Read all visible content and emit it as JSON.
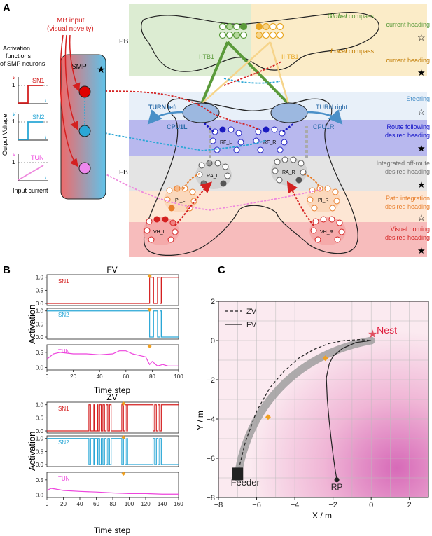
{
  "panel_a": {
    "letter": "A",
    "mb_input": "MB input",
    "mb_input_sub": "(visual novelty)",
    "act_title_1": "Activation",
    "act_title_2": "functions",
    "act_title_3": "of SMP neurons",
    "output_voltage": "Output Voltage",
    "input_current": "Input current",
    "v_label": "v",
    "i_label": "i",
    "one_label": "1",
    "sn1": "SN1",
    "sn2": "SN2",
    "tun": "TUN",
    "smp": "SMP",
    "pb": "PB",
    "fb": "FB",
    "itb1": "I-TB1",
    "iitb1": "II-TB1",
    "turn_left": "TURN left",
    "turn_right": "TURN right",
    "cpu1l": "CPU1L",
    "cpu1r": "CPU1R",
    "rf_l": "RF_L",
    "rf_r": "RF_R",
    "ra_l": "RA_L",
    "ra_r": "RA_R",
    "pi_l": "PI_L",
    "pi_r": "PI_R",
    "vh_l": "VH_L",
    "vh_r": "VH_R",
    "global_1": "Global",
    "global_2": " compass",
    "global_3": "current heading",
    "local_1": "Local",
    "local_2": " compass",
    "local_3": "current heading",
    "steering": "Steering",
    "route_1": "Route following",
    "route_2": "desired heading",
    "offroute_1": "Integrated off-route",
    "offroute_2": "desired heading",
    "pathint_1": "Path integration",
    "pathint_2": "desired heading",
    "visual_1": "Visual homing",
    "visual_2": "desired heading",
    "colors": {
      "green": "#5a9a3a",
      "yellow": "#e9a826",
      "blue": "#1f77b4",
      "steer": "#4a90c8",
      "route": "#1010c8",
      "grey": "#707070",
      "orange": "#e87d2a",
      "red": "#d42020",
      "tun": "#ee44dd"
    }
  },
  "panel_b": {
    "letter": "B",
    "activation": "Activation",
    "fv": {
      "title": "FV",
      "xlabel": "Time step",
      "xticks": [
        "0",
        "20",
        "40",
        "60",
        "80",
        "100"
      ],
      "labels": [
        "SN1",
        "SN2",
        "TUN"
      ],
      "yticks_12": [
        "0.0",
        "0.5",
        "1.0"
      ],
      "yticks_3": [
        "0.0",
        "0.5"
      ]
    },
    "zv": {
      "title": "ZV",
      "xlabel": "Time step",
      "xticks": [
        "0",
        "20",
        "40",
        "60",
        "80",
        "100",
        "120",
        "140",
        "160"
      ],
      "labels": [
        "SN1",
        "SN2",
        "TUN"
      ],
      "yticks_12": [
        "0.0",
        "0.5",
        "1.0"
      ],
      "yticks_3": [
        "0.0",
        "0.5"
      ]
    }
  },
  "panel_c": {
    "letter": "C",
    "xlabel": "X / m",
    "ylabel": "Y / m",
    "xticks": [
      "−8",
      "−6",
      "−4",
      "−2",
      "0",
      "2"
    ],
    "yticks": [
      "2",
      "0",
      "−2",
      "−4",
      "−6",
      "−8"
    ],
    "legend_zv": "ZV",
    "legend_fv": "FV",
    "nest": "Nest",
    "feeder": "Feeder",
    "rp": "RP"
  },
  "chart_data": [
    {
      "type": "line",
      "title": "FV",
      "xlabel": "Time step",
      "ylabel": "Activation",
      "xlim": [
        0,
        100
      ],
      "series": [
        {
          "name": "SN1",
          "x": [
            0,
            77,
            78,
            80,
            81,
            83,
            84,
            85,
            86,
            87,
            100
          ],
          "y": [
            0,
            0,
            1,
            1,
            0,
            0,
            1,
            1,
            0,
            1,
            1
          ]
        },
        {
          "name": "SN2",
          "x": [
            0,
            77,
            78,
            80,
            81,
            83,
            84,
            85,
            86,
            87,
            100
          ],
          "y": [
            1,
            1,
            0,
            0,
            1,
            1,
            0,
            0,
            1,
            0,
            0
          ]
        },
        {
          "name": "TUN",
          "x": [
            0,
            5,
            10,
            20,
            30,
            40,
            50,
            55,
            60,
            65,
            70,
            75,
            78,
            80,
            84,
            88,
            92,
            100
          ],
          "y": [
            0.28,
            0.45,
            0.5,
            0.45,
            0.45,
            0.42,
            0.45,
            0.55,
            0.55,
            0.45,
            0.4,
            0.35,
            0.1,
            0.2,
            0.05,
            0.1,
            0.05,
            0.05
          ]
        }
      ]
    },
    {
      "type": "line",
      "title": "ZV",
      "xlabel": "Time step",
      "ylabel": "Activation",
      "xlim": [
        0,
        160
      ],
      "series": [
        {
          "name": "SN1",
          "x": [
            0,
            50,
            51,
            53,
            55,
            57,
            58,
            61,
            62,
            64,
            66,
            68,
            70,
            72,
            74,
            76,
            78,
            90,
            91,
            93,
            95,
            97,
            98,
            128,
            129,
            131,
            133,
            135,
            137,
            139,
            141,
            160
          ],
          "y": [
            0,
            0,
            1,
            0,
            0,
            1,
            0,
            1,
            0,
            1,
            0,
            1,
            0,
            1,
            0,
            1,
            0,
            0,
            1,
            0,
            1,
            0,
            1,
            1,
            0,
            1,
            0,
            1,
            0,
            1,
            1,
            1
          ]
        },
        {
          "name": "SN2",
          "x": [
            0,
            50,
            51,
            53,
            55,
            57,
            58,
            61,
            62,
            64,
            66,
            68,
            70,
            72,
            74,
            76,
            78,
            90,
            91,
            93,
            95,
            97,
            98,
            128,
            129,
            131,
            133,
            135,
            137,
            139,
            141,
            160
          ],
          "y": [
            1,
            1,
            0,
            1,
            1,
            0,
            1,
            0,
            1,
            0,
            1,
            0,
            1,
            0,
            1,
            0,
            1,
            1,
            0,
            1,
            0,
            1,
            0,
            0,
            1,
            0,
            1,
            0,
            1,
            0,
            0,
            0
          ]
        },
        {
          "name": "TUN",
          "x": [
            0,
            5,
            10,
            20,
            40,
            60,
            80,
            100,
            120,
            140,
            160
          ],
          "y": [
            0.15,
            0.22,
            0.2,
            0.15,
            0.12,
            0.1,
            0.07,
            0.05,
            0.05,
            0.03,
            0.03
          ]
        }
      ]
    },
    {
      "type": "line",
      "title": "",
      "xlabel": "X / m",
      "ylabel": "Y / m",
      "xlim": [
        -8,
        3
      ],
      "ylim": [
        -8,
        2
      ],
      "grid": true,
      "legend": "top-left",
      "series": [
        {
          "name": "ZV",
          "x": [
            -7,
            -6.6,
            -6.0,
            -5.3,
            -4.6,
            -3.8,
            -3.0,
            -2.2,
            -1.4,
            -0.6,
            0
          ],
          "y": [
            -6.8,
            -5.2,
            -3.6,
            -2.4,
            -1.6,
            -0.9,
            -0.45,
            -0.15,
            0,
            0.05,
            0
          ]
        },
        {
          "name": "FV",
          "x": [
            -1.8,
            -1.9,
            -2.0,
            -2.1,
            -2.2,
            -2.3,
            -2.35,
            -2.2,
            -2.0,
            -1.5,
            -0.8,
            0
          ],
          "y": [
            -7.1,
            -6.5,
            -5.8,
            -5.0,
            -4.1,
            -3.0,
            -1.9,
            -1.2,
            -0.8,
            -0.4,
            -0.1,
            0
          ]
        }
      ]
    }
  ]
}
